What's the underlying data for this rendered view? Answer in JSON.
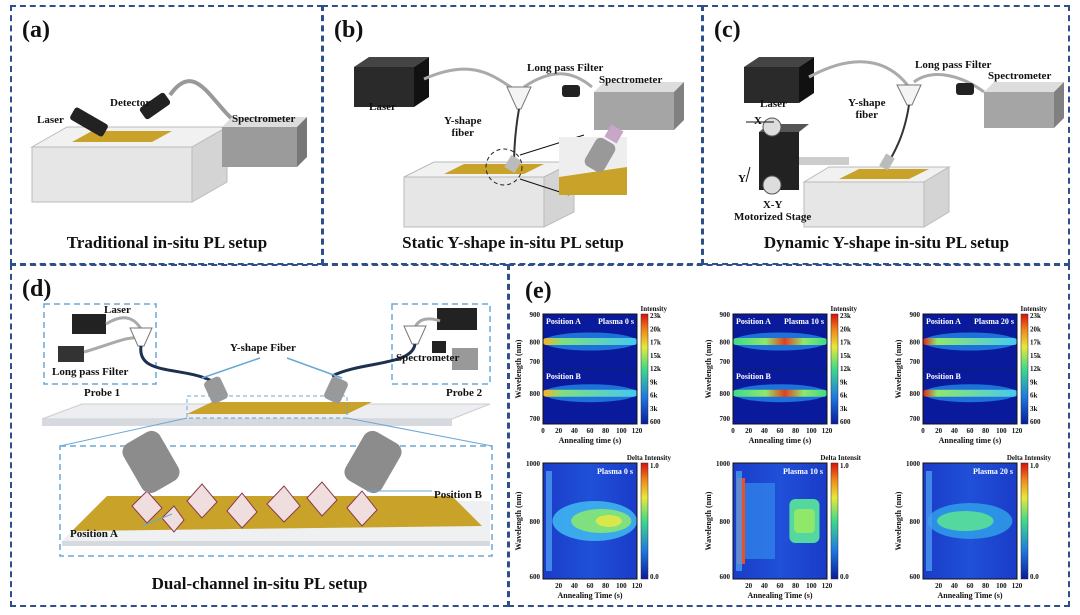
{
  "panels": {
    "a": {
      "label": "(a)",
      "caption": "Traditional in-situ PL setup",
      "laser": "Laser",
      "detector": "Detector",
      "spectrometer": "Spectrometer"
    },
    "b": {
      "label": "(b)",
      "caption": "Static Y-shape in-situ PL setup",
      "laser": "Laser",
      "filter": "Long pass Filter",
      "spectrometer": "Spectrometer",
      "fiber": "Y-shape\nfiber"
    },
    "c": {
      "label": "(c)",
      "caption": "Dynamic Y-shape in-situ PL setup",
      "laser": "Laser",
      "filter": "Long pass Filter",
      "spectrometer": "Spectrometer",
      "fiber": "Y-shape\nfiber",
      "x": "X",
      "y": "Y",
      "stage": "X-Y\nMotorized Stage"
    },
    "d": {
      "label": "(d)",
      "caption": "Dual-channel in-situ PL setup",
      "laser": "Laser",
      "filter": "Long pass Filter",
      "probe1": "Probe 1",
      "probe2": "Probe 2",
      "spectrometer": "Spectrometer",
      "fiber": "Y-shape Fiber",
      "posA": "Position A",
      "posB": "Position B"
    },
    "e": {
      "label": "(e)"
    }
  },
  "heatmaps_top": {
    "ylabel": "Wavelength (nm)",
    "xlabel": "Annealing time (s)",
    "colorbar_title": "Intensity",
    "colorbar_ticks": [
      "23k",
      "20k",
      "17k",
      "15k",
      "12k",
      "9k",
      "6k",
      "3k",
      "600"
    ],
    "yticks": [
      "900",
      "800",
      "700",
      "800",
      "700"
    ],
    "xticks": [
      "0",
      "20",
      "40",
      "60",
      "80",
      "100",
      "120"
    ],
    "position_a": "Position A",
    "position_b": "Position B",
    "plots": [
      {
        "plasma": "Plasma 0 s"
      },
      {
        "plasma": "Plasma 10 s"
      },
      {
        "plasma": "Plasma 20 s"
      }
    ]
  },
  "heatmaps_bottom": {
    "ylabel": "Wavelength (nm)",
    "xlabel": "Annealing Time (s)",
    "colorbar_title": "Delta Intensity",
    "colorbar_ticks": [
      "1.0",
      "0.0"
    ],
    "yticks": [
      "1000",
      "800",
      "600"
    ],
    "xticks": [
      "20",
      "40",
      "60",
      "80",
      "100",
      "120"
    ],
    "plots": [
      {
        "plasma": "Plasma 0 s",
        "cb_title": "Delta Intensity"
      },
      {
        "plasma": "Plasma 10 s",
        "cb_title": "Delta Intensit"
      },
      {
        "plasma": "Plasma 20 s",
        "cb_title": "Delta Intensity"
      }
    ]
  },
  "colors": {
    "border": "#2f4f8a",
    "sample": "#c9a22a",
    "heat_low": "#0a1a9c",
    "heat_high": "#d80f0f"
  }
}
